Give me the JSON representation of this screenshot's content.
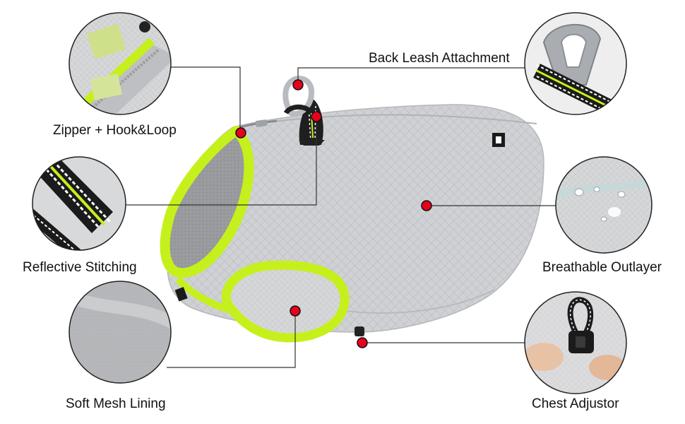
{
  "callouts": {
    "zipper": {
      "label": "Zipper + Hook&Loop",
      "icon": "zipper-closeup-icon"
    },
    "reflective": {
      "label": "Reflective Stitching",
      "icon": "reflective-strap-icon"
    },
    "mesh": {
      "label": "Soft Mesh Lining",
      "icon": "mesh-fabric-icon"
    },
    "leash": {
      "label": "Back Leash Attachment",
      "icon": "d-ring-clip-icon"
    },
    "breathable": {
      "label": "Breathable Outlayer",
      "icon": "water-droplets-icon"
    },
    "chest": {
      "label": "Chest Adjustor",
      "icon": "toggle-cord-icon"
    }
  },
  "colors": {
    "vest_body": "#cfd1d4",
    "trim": "#c6f01c",
    "marker": "#e8001c",
    "line": "#333333"
  },
  "product": {
    "name": "cooling-vest-image"
  }
}
